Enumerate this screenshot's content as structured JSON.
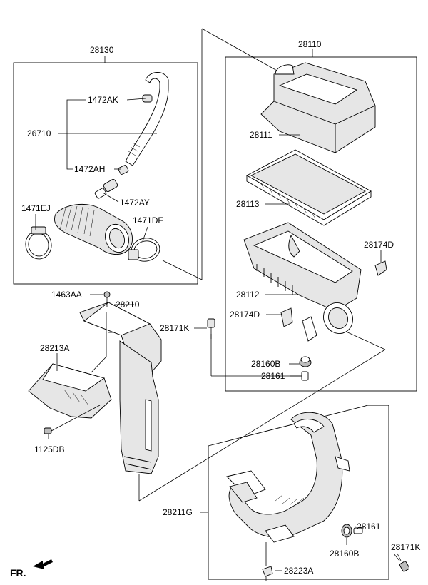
{
  "labels": {
    "l28130": "28130",
    "l1472AK": "1472AK",
    "l26710": "26710",
    "l1472AH": "1472AH",
    "l1472AY": "1472AY",
    "l1471EJ": "1471EJ",
    "l1471DF": "1471DF",
    "l28110": "28110",
    "l28111": "28111",
    "l28113": "28113",
    "l28174D_a": "28174D",
    "l28112": "28112",
    "l28174D_b": "28174D",
    "l28171K_a": "28171K",
    "l28160B_a": "28160B",
    "l28161_a": "28161",
    "l1463AA": "1463AA",
    "l28210": "28210",
    "l28213A": "28213A",
    "l1125DB": "1125DB",
    "l28211G": "28211G",
    "l28161_b": "28161",
    "l28160B_b": "28160B",
    "l28171K_b": "28171K",
    "l28223A": "28223A",
    "fr": "FR."
  },
  "icons": {
    "fr_arrow": "front-direction-arrow-icon"
  }
}
